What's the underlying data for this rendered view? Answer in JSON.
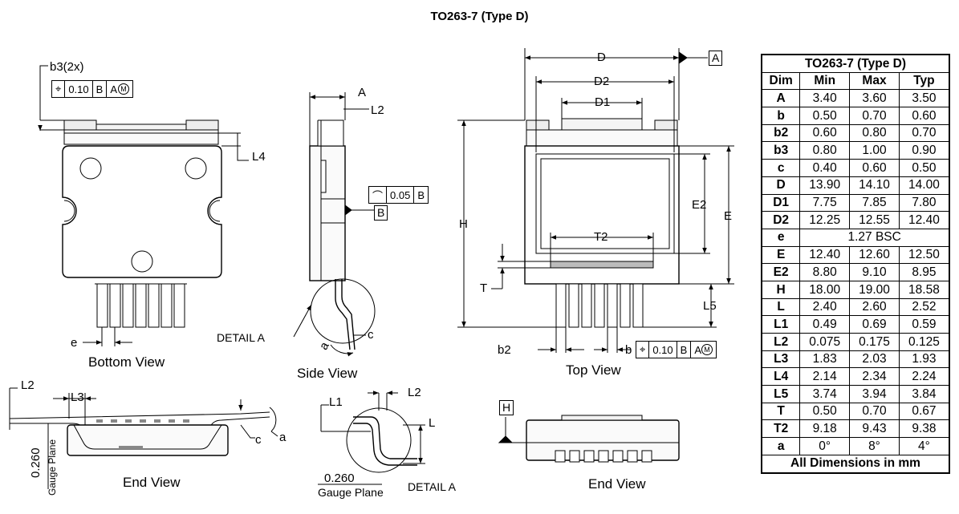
{
  "title": "TO263-7 (Type D)",
  "views": {
    "bottom": "Bottom View",
    "side": "Side View",
    "top": "Top View",
    "end1": "End View",
    "end2": "End View",
    "detail": "DETAIL A"
  },
  "dims": {
    "b3": "b3(2x)",
    "A": "A",
    "L2": "L2",
    "L4": "L4",
    "e": "e",
    "a": "a",
    "c": "c",
    "D": "D",
    "D2": "D2",
    "D1": "D1",
    "E2": "E2",
    "E": "E",
    "H": "H",
    "T2": "T2",
    "T": "T",
    "L5": "L5",
    "b2": "b2",
    "b": "b",
    "L3": "L3",
    "L1": "L1",
    "L": "L",
    "gauge_val": "0.260",
    "gauge_text": "Gauge Plane"
  },
  "callouts": {
    "fcf1": [
      "⌖",
      "0.10",
      "B",
      "A",
      "M"
    ],
    "fcf2": [
      "⌒",
      "0.05",
      "B"
    ],
    "fcf3": [
      "⌖",
      "0.10",
      "B",
      "A",
      "M"
    ],
    "datumA": "A",
    "datumB": "B",
    "datumH": "H"
  },
  "table": {
    "title": "TO263-7 (Type D)",
    "headers": [
      "Dim",
      "Min",
      "Max",
      "Typ"
    ],
    "rows": [
      [
        "A",
        "3.40",
        "3.60",
        "3.50"
      ],
      [
        "b",
        "0.50",
        "0.70",
        "0.60"
      ],
      [
        "b2",
        "0.60",
        "0.80",
        "0.70"
      ],
      [
        "b3",
        "0.80",
        "1.00",
        "0.90"
      ],
      [
        "c",
        "0.40",
        "0.60",
        "0.50"
      ],
      [
        "D",
        "13.90",
        "14.10",
        "14.00"
      ],
      [
        "D1",
        "7.75",
        "7.85",
        "7.80"
      ],
      [
        "D2",
        "12.25",
        "12.55",
        "12.40"
      ],
      [
        "e",
        "1.27 BSC"
      ],
      [
        "E",
        "12.40",
        "12.60",
        "12.50"
      ],
      [
        "E2",
        "8.80",
        "9.10",
        "8.95"
      ],
      [
        "H",
        "18.00",
        "19.00",
        "18.58"
      ],
      [
        "L",
        "2.40",
        "2.60",
        "2.52"
      ],
      [
        "L1",
        "0.49",
        "0.69",
        "0.59"
      ],
      [
        "L2",
        "0.075",
        "0.175",
        "0.125"
      ],
      [
        "L3",
        "1.83",
        "2.03",
        "1.93"
      ],
      [
        "L4",
        "2.14",
        "2.34",
        "2.24"
      ],
      [
        "L5",
        "3.74",
        "3.94",
        "3.84"
      ],
      [
        "T",
        "0.50",
        "0.70",
        "0.67"
      ],
      [
        "T2",
        "9.18",
        "9.43",
        "9.38"
      ],
      [
        "a",
        "0°",
        "8°",
        "4°"
      ]
    ],
    "footer": "All Dimensions in mm"
  }
}
